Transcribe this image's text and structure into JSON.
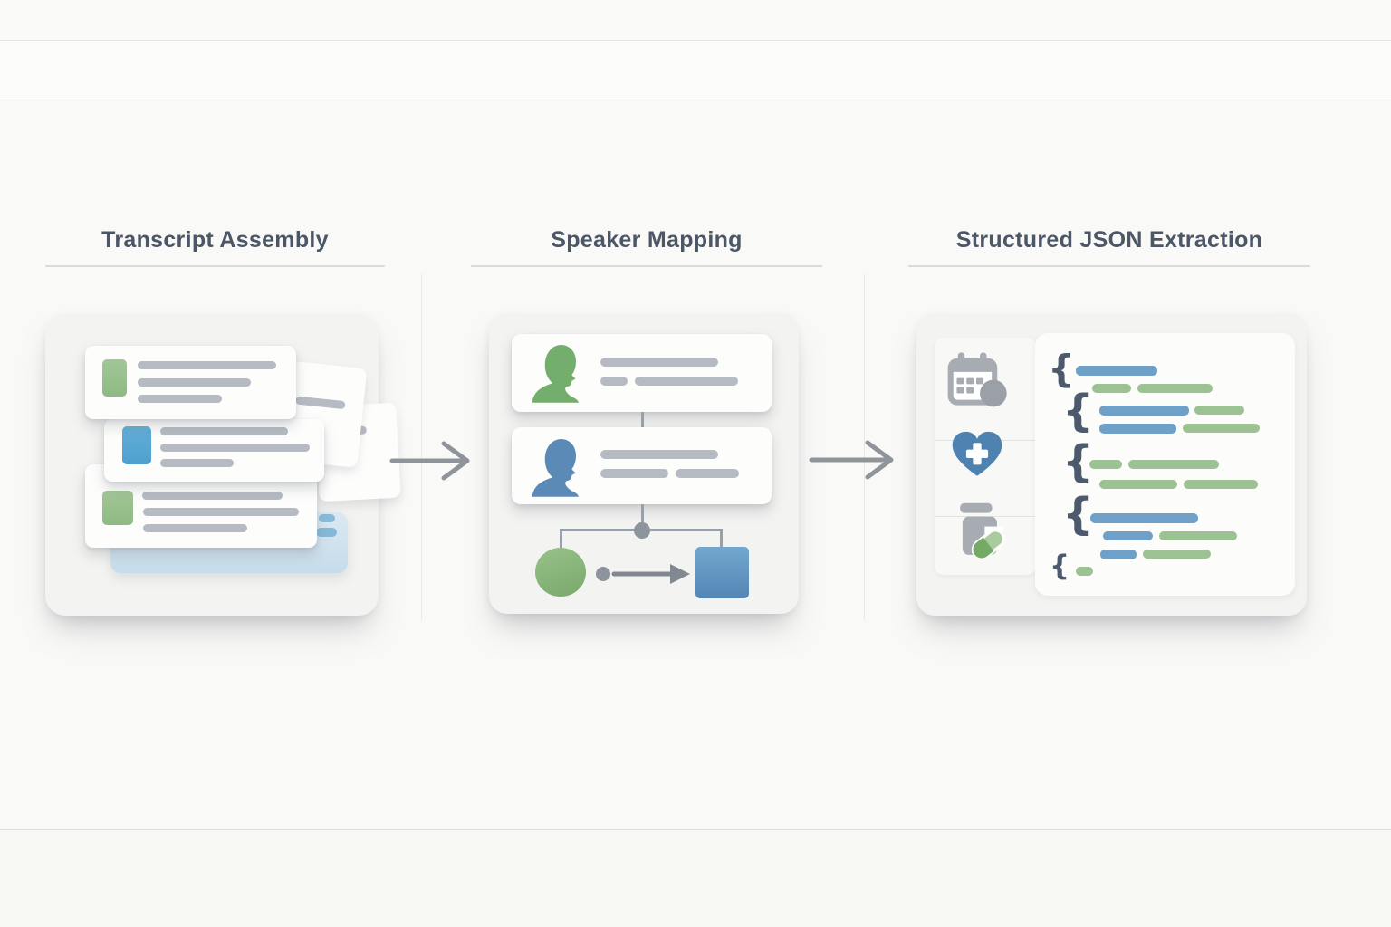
{
  "pipeline": {
    "stages": [
      {
        "title": "Transcript Assembly",
        "visual": "stack-of-transcript-note-cards",
        "icons": [
          "green-note-chip",
          "blue-note-chip",
          "green-note-chip"
        ]
      },
      {
        "title": "Speaker Mapping",
        "visual": "speaker-cards-with-flow",
        "icons": [
          "speaker-profile-green-icon",
          "speaker-profile-blue-icon",
          "flow-circle-to-square"
        ]
      },
      {
        "title": "Structured JSON Extraction",
        "visual": "entity-icons-with-json-code",
        "icons": [
          "calendar-icon",
          "heart-plus-icon",
          "pill-bottle-icon",
          "json-braces"
        ]
      }
    ],
    "connectors": [
      "arrow-right-icon",
      "arrow-right-icon"
    ]
  },
  "colors": {
    "accent_green": "#74ae6c",
    "accent_blue": "#5b8ab6",
    "chip_green": "#9cc291",
    "chip_blue": "#5aa9d5",
    "bar_blue": "#6fa0c8",
    "bar_green": "#9cc193",
    "placeholder_gray": "#b5bac3",
    "heading_text": "#4b5666",
    "connector_gray": "#8d949c",
    "panel_bg": "#f3f3f1",
    "card_bg": "#fdfdfc",
    "soft_blue_card": "#cfe2ee"
  }
}
